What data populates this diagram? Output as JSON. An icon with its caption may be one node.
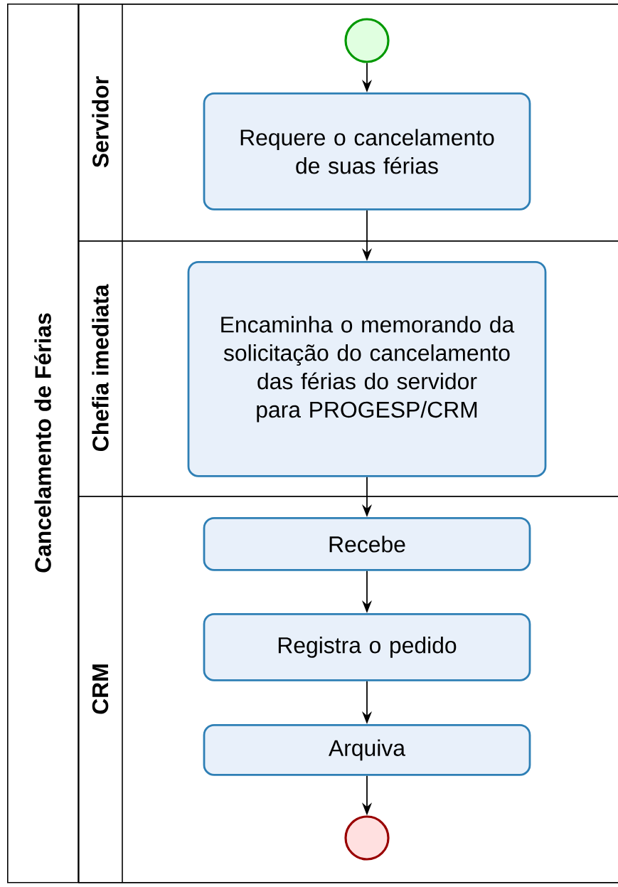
{
  "diagram": {
    "nodes": [
      {
        "text": [
          "Cancelamento de Férias"
        ]
      },
      {
        "text": [
          "Servidor"
        ],
        "in": 0
      },
      {
        "text": [
          "Chefia imediata"
        ],
        "in": 0
      },
      {
        "text": [
          "CRM"
        ],
        "in": 0
      },
      {
        "text": [],
        "shape": "circle",
        "in": 1
      },
      {
        "text": [
          "Requere o cancelamento de suas férias"
        ],
        "in": 1
      },
      {
        "text": [
          "Encaminha o memorando da solicitação do cancelamento das férias do servidor para PROGESP/CRM"
        ],
        "in": 2
      },
      {
        "text": [
          "Recebe"
        ],
        "in": 3
      },
      {
        "text": [
          "Registra o pedido"
        ],
        "in": 3
      },
      {
        "text": [
          "Arquiva"
        ],
        "in": 3
      },
      {
        "text": [],
        "shape": "circle",
        "in": 3
      }
    ],
    "edges": [
      {
        "from": 4,
        "to": 5,
        "arrow": "to"
      },
      {
        "from": 5,
        "to": 6,
        "arrow": "to"
      },
      {
        "from": 6,
        "to": 7,
        "arrow": "to"
      },
      {
        "from": 7,
        "to": 8,
        "arrow": "to"
      },
      {
        "from": 8,
        "to": 9,
        "arrow": "to"
      },
      {
        "from": 9,
        "to": 10,
        "arrow": "to"
      }
    ]
  }
}
